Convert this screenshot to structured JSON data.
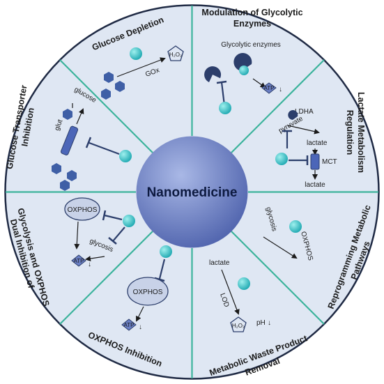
{
  "center": {
    "label": "Nanomedicine"
  },
  "colors": {
    "ring_fill": "#dfe7f3",
    "outer_stroke": "#1f2a44",
    "divider": "#3bb39b",
    "center_fill": "#6a7fc4",
    "nanoparticle": "#35c3c8",
    "hexagon": "#3f5fa6",
    "inhibit": "#2c3e6b"
  },
  "sections": {
    "glucose_depletion": {
      "title": "Glucose Depletion",
      "enzyme": "GOx",
      "product": "H₂O₂"
    },
    "glycolytic_enzymes": {
      "title_line1": "Modulation of Glycolytic",
      "title_line2": "Enzymes",
      "label": "Glycolytic enzymes",
      "atp": "ATP",
      "down": "↓"
    },
    "lactate_regulation": {
      "title_line1": "Lactate Metabolism",
      "title_line2": "Regulation",
      "ldha": "LDHA",
      "pyruvate": "pyruvate",
      "lactate1": "lactate",
      "mct": "MCT",
      "lactate2": "lactate"
    },
    "reprogramming": {
      "title_line1": "Reprogramming Metabolic",
      "title_line2": "Pathways",
      "glycosis": "glycosis",
      "oxphos": "OXPHOS"
    },
    "waste_removal": {
      "title_line1": "Metabolic Waste Product",
      "title_line2": "Removal",
      "lactate": "lactate",
      "enzyme": "LOD",
      "product": "H₂O₂",
      "ph": "pH",
      "down": "↓"
    },
    "oxphos_inhibition": {
      "title": "OXPHOS Inhibition",
      "oxphos": "OXPHOS",
      "atp": "ATP",
      "down": "↓"
    },
    "dual_inhibition": {
      "title_line1": "Dual Inhibition of",
      "title_line2": "Glycolysis and OXPHOS",
      "oxphos": "OXPHOS",
      "glycosis": "glycosis",
      "atp": "ATP",
      "down": "↓"
    },
    "transporter_inhibition": {
      "title_line1": "Glucose Transporter",
      "title_line2": "Inhibition",
      "glucose": "glucose",
      "glut": "glut"
    }
  }
}
